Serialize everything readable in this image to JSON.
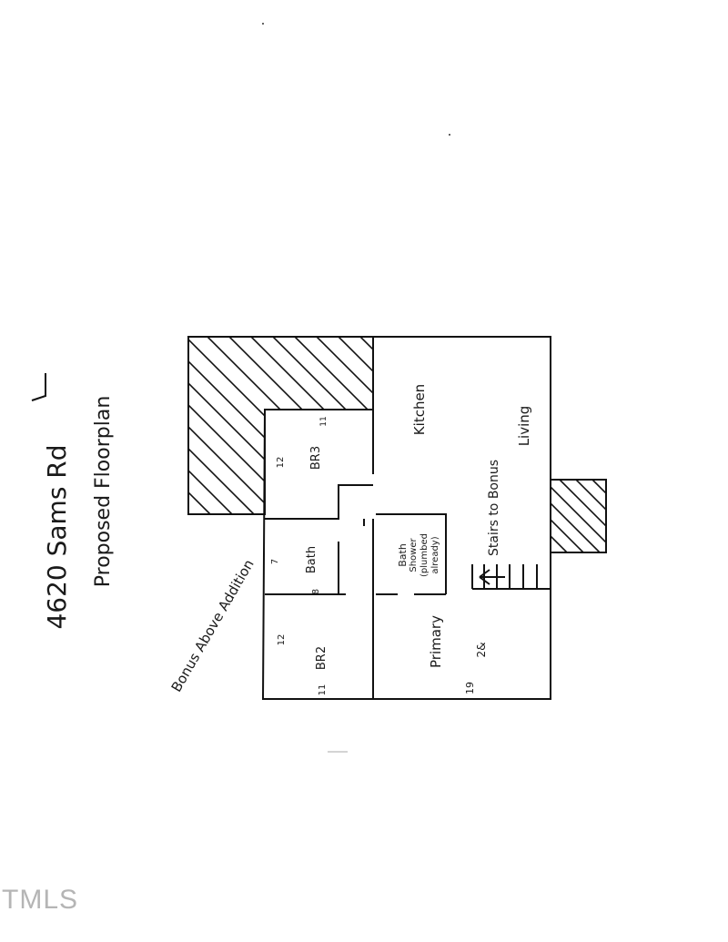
{
  "title": {
    "address": "4620 Sams Rd",
    "subtitle": "Proposed Floorplan"
  },
  "annotation": "Bonus Above Addition",
  "rooms": {
    "kitchen": "Kitchen",
    "living": "Living",
    "stairs": "Stairs to Bonus",
    "br3": "BR3",
    "bath": "Bath",
    "bath_primary": [
      "Bath",
      "Shower",
      "(plumbed",
      "already)"
    ],
    "br2": "BR2",
    "primary": "Primary"
  },
  "dimensions": {
    "br3_a": "12",
    "br3_b": "11",
    "bath_a": "7",
    "bath_b": "8",
    "br2_a": "12",
    "br2_b": "11",
    "primary_a": "19",
    "primary_b": "2&"
  },
  "watermark": "TMLS",
  "colors": {
    "ink": "#111111",
    "paper": "#ffffff"
  }
}
